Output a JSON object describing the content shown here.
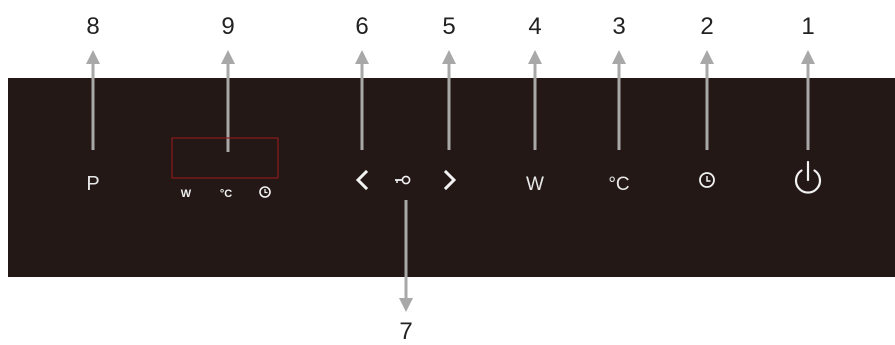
{
  "callouts": {
    "c1": "1",
    "c2": "2",
    "c3": "3",
    "c4": "4",
    "c5": "5",
    "c6": "6",
    "c7": "7",
    "c8": "8",
    "c9": "9"
  },
  "panel": {
    "program_label": "P",
    "power_label": "W",
    "temperature_label": "°C"
  },
  "display": {
    "indicator_power": "W",
    "indicator_temperature": "°C"
  },
  "icons": {
    "power": "power-icon",
    "timer": "clock-icon",
    "left": "chevron-left-icon",
    "right": "chevron-right-icon",
    "lock": "key-lock-icon"
  },
  "colors": {
    "panel": "#231815",
    "arrows": "#a8a8a8",
    "display_border": "#8b1a1a",
    "symbols": "#f2f2f2"
  }
}
